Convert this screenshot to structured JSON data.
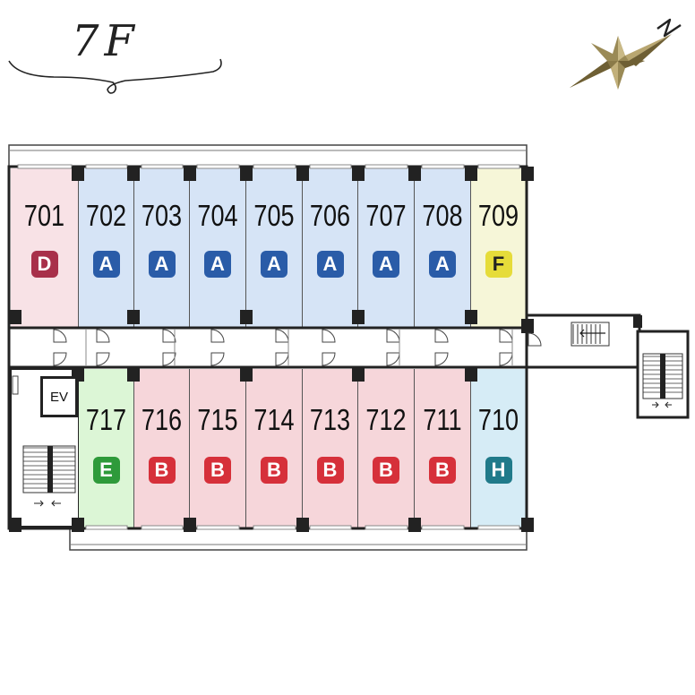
{
  "floor_label": "7F",
  "compass": {
    "north_label": "N",
    "icon": "compass-star-icon"
  },
  "elevator_label": "EV",
  "colors": {
    "A": "#2a5ca8",
    "B": "#d6303a",
    "D": "#a8304a",
    "E": "#2e9a3a",
    "F": "#e6dc3a",
    "H": "#207a8a",
    "room_blue": "#d6e4f6",
    "room_pink": "#f6d6da",
    "room_lightpink": "#f8e2e6",
    "room_yellow": "#f6f6d8",
    "room_green": "#dcf6d6",
    "room_cyan": "#d6ecf6",
    "wall": "#222222"
  },
  "rooms_north": [
    {
      "number": "701",
      "type": "D"
    },
    {
      "number": "702",
      "type": "A"
    },
    {
      "number": "703",
      "type": "A"
    },
    {
      "number": "704",
      "type": "A"
    },
    {
      "number": "705",
      "type": "A"
    },
    {
      "number": "706",
      "type": "A"
    },
    {
      "number": "707",
      "type": "A"
    },
    {
      "number": "708",
      "type": "A"
    },
    {
      "number": "709",
      "type": "F"
    }
  ],
  "rooms_south": [
    {
      "number": "717",
      "type": "E"
    },
    {
      "number": "716",
      "type": "B"
    },
    {
      "number": "715",
      "type": "B"
    },
    {
      "number": "714",
      "type": "B"
    },
    {
      "number": "713",
      "type": "B"
    },
    {
      "number": "712",
      "type": "B"
    },
    {
      "number": "711",
      "type": "B"
    },
    {
      "number": "710",
      "type": "H"
    }
  ]
}
